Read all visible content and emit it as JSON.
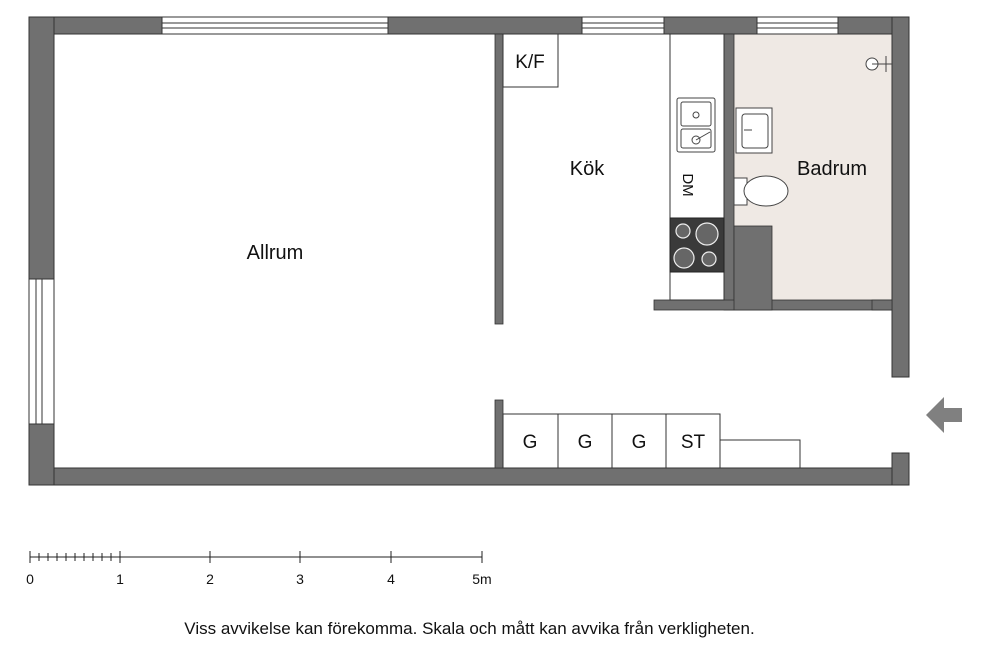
{
  "rooms": {
    "allrum": "Allrum",
    "kok": "Kök",
    "badrum": "Badrum"
  },
  "fixtures": {
    "kf": "K/F",
    "dm": "DM",
    "wardrobes": [
      "G",
      "G",
      "G",
      "ST"
    ]
  },
  "scale": {
    "ticks": [
      "0",
      "1",
      "2",
      "3",
      "4",
      "5m"
    ]
  },
  "disclaimer": "Viss avvikelse kan förekomma. Skala och mått kan avvika från verkligheten.",
  "colors": {
    "wall": "#707070",
    "bathroom_floor": "#efe9e4",
    "stove": "#3a3a3a",
    "line": "#222222"
  },
  "icons": {
    "entrance": "entrance-arrow-icon",
    "sink": "kitchen-sink-icon",
    "stove": "stove-icon",
    "basin": "wash-basin-icon",
    "toilet": "toilet-icon",
    "shower": "shower-icon"
  }
}
